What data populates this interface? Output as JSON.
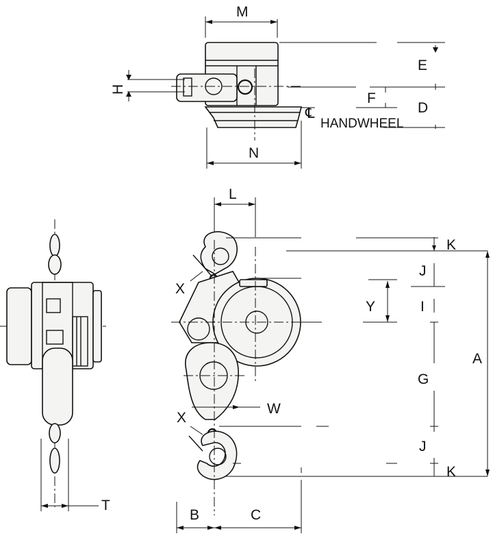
{
  "labels": {
    "M": "M",
    "E": "E",
    "H": "H",
    "F": "F",
    "D": "D",
    "CL": "℄",
    "handwheel": "HANDWHEEL",
    "N": "N",
    "L": "L",
    "K_top": "K",
    "J_top": "J",
    "X_top": "X",
    "Y": "Y",
    "I": "I",
    "A": "A",
    "G": "G",
    "W": "W",
    "X_bottom": "X",
    "J_bottom": "J",
    "K_bottom": "K",
    "T": "T",
    "B": "B",
    "C": "C"
  },
  "colors": {
    "ink": "#111111",
    "paper": "#ffffff",
    "body_fill": "#f4f4f2"
  }
}
